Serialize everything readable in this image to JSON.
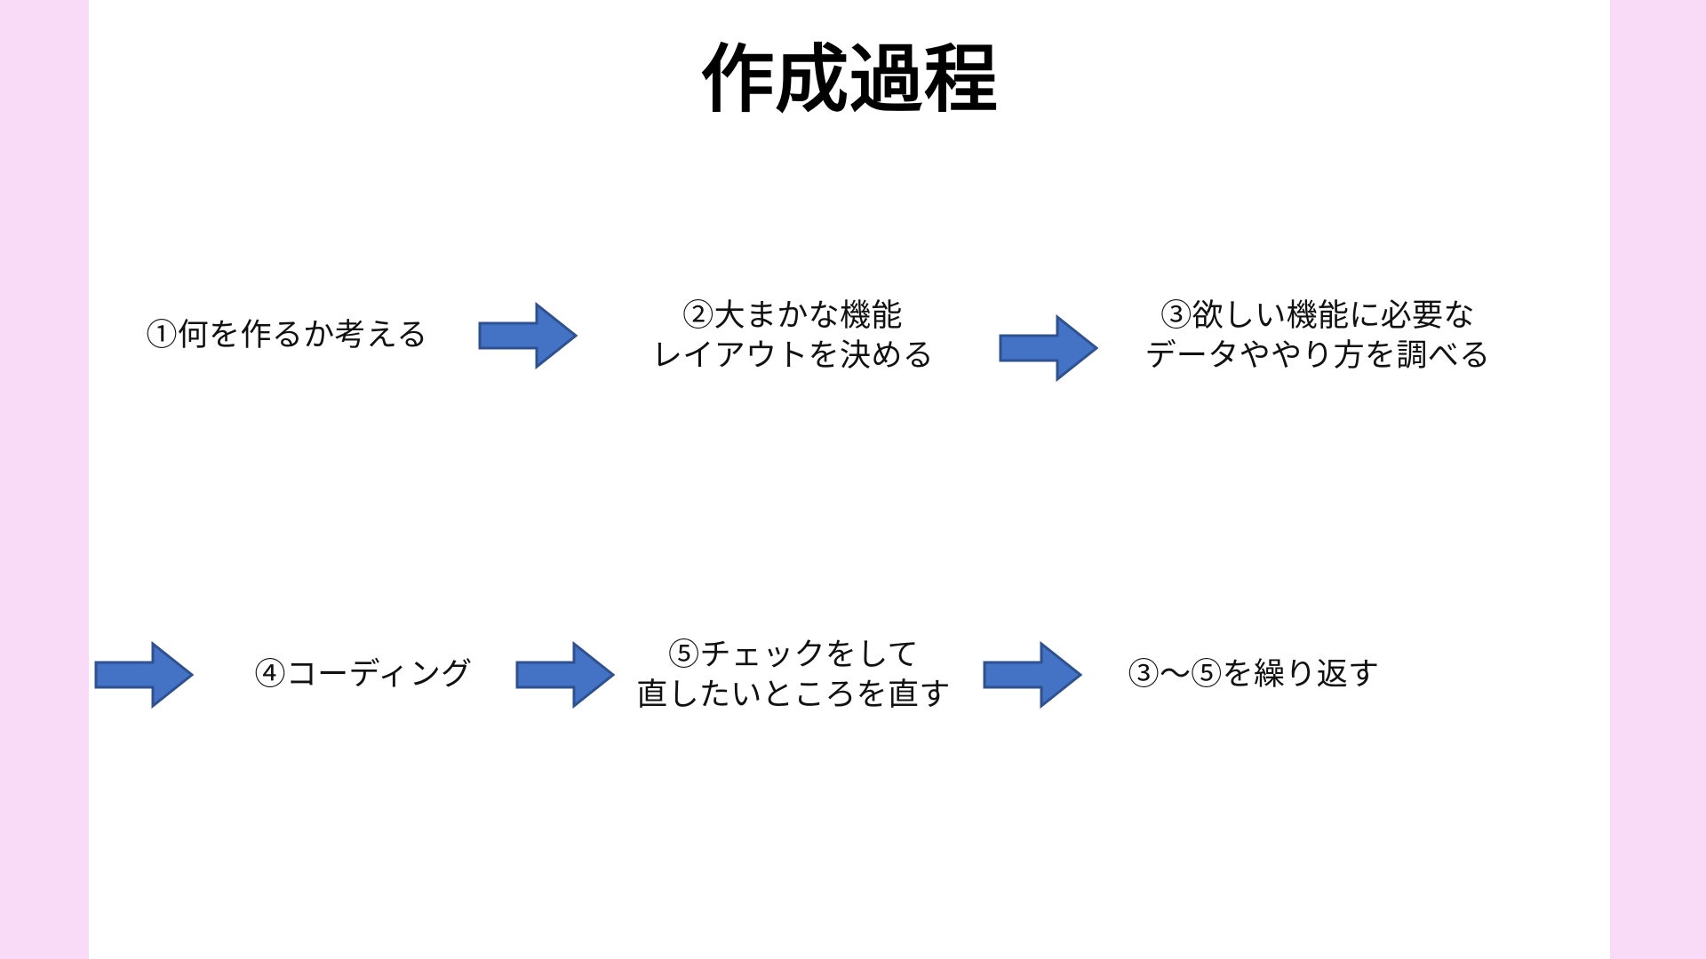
{
  "slide": {
    "title": "作成過程",
    "background_color": "#ffffff",
    "band_color": "#fadbf7",
    "arrow_fill": "#4472c4",
    "arrow_stroke": "#2f528f",
    "text_color": "#111111"
  },
  "flow": {
    "row1": [
      {
        "kind": "step",
        "id": "step-1",
        "label": "①何を作るか考える"
      },
      {
        "kind": "arrow",
        "id": "arrow-1-2",
        "icon": "right-arrow-icon"
      },
      {
        "kind": "step",
        "id": "step-2",
        "label": "②大まかな機能\nレイアウトを決める"
      },
      {
        "kind": "arrow",
        "id": "arrow-2-3",
        "icon": "right-arrow-icon"
      },
      {
        "kind": "step",
        "id": "step-3",
        "label": "③欲しい機能に必要な\nデータややり方を調べる"
      }
    ],
    "row2": [
      {
        "kind": "arrow",
        "id": "arrow-3-4",
        "icon": "right-arrow-icon"
      },
      {
        "kind": "step",
        "id": "step-4",
        "label": "④コーディング"
      },
      {
        "kind": "arrow",
        "id": "arrow-4-5",
        "icon": "right-arrow-icon"
      },
      {
        "kind": "step",
        "id": "step-5",
        "label": "⑤チェックをして\n直したいところを直す"
      },
      {
        "kind": "arrow",
        "id": "arrow-5-6",
        "icon": "right-arrow-icon"
      },
      {
        "kind": "step",
        "id": "step-6",
        "label": "③〜⑤を繰り返す"
      }
    ]
  }
}
